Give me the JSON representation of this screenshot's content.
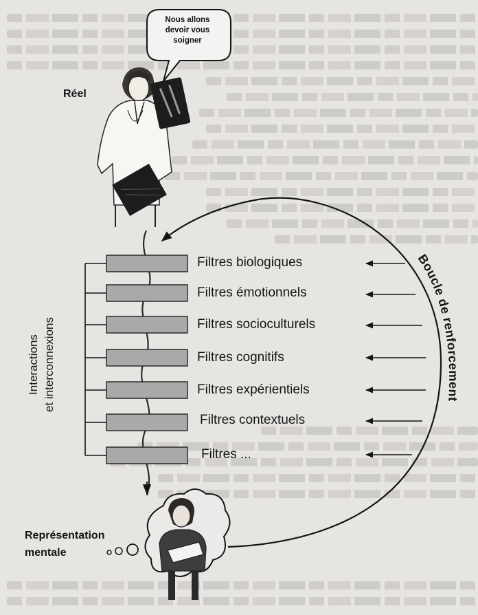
{
  "speech_bubble": {
    "lines": [
      "Nous allons",
      "devoir vous",
      "soigner"
    ]
  },
  "labels": {
    "reel": "Réel",
    "representation_line1": "Représentation",
    "representation_line2": "mentale",
    "interactions_line1": "Interactions",
    "interactions_line2": "et interconnexions",
    "boucle": "Boucle de renforcement"
  },
  "filters": [
    {
      "label": "Filtres biologiques"
    },
    {
      "label": "Filtres émotionnels"
    },
    {
      "label": "Filtres socioculturels"
    },
    {
      "label": "Filtres cognitifs"
    },
    {
      "label": "Filtres expérientiels"
    },
    {
      "label": "Filtres contextuels"
    },
    {
      "label": "Filtres ..."
    }
  ],
  "colors": {
    "filter_box": "#a9a9a9",
    "ink": "#141414",
    "page": "#e7e5e2"
  }
}
